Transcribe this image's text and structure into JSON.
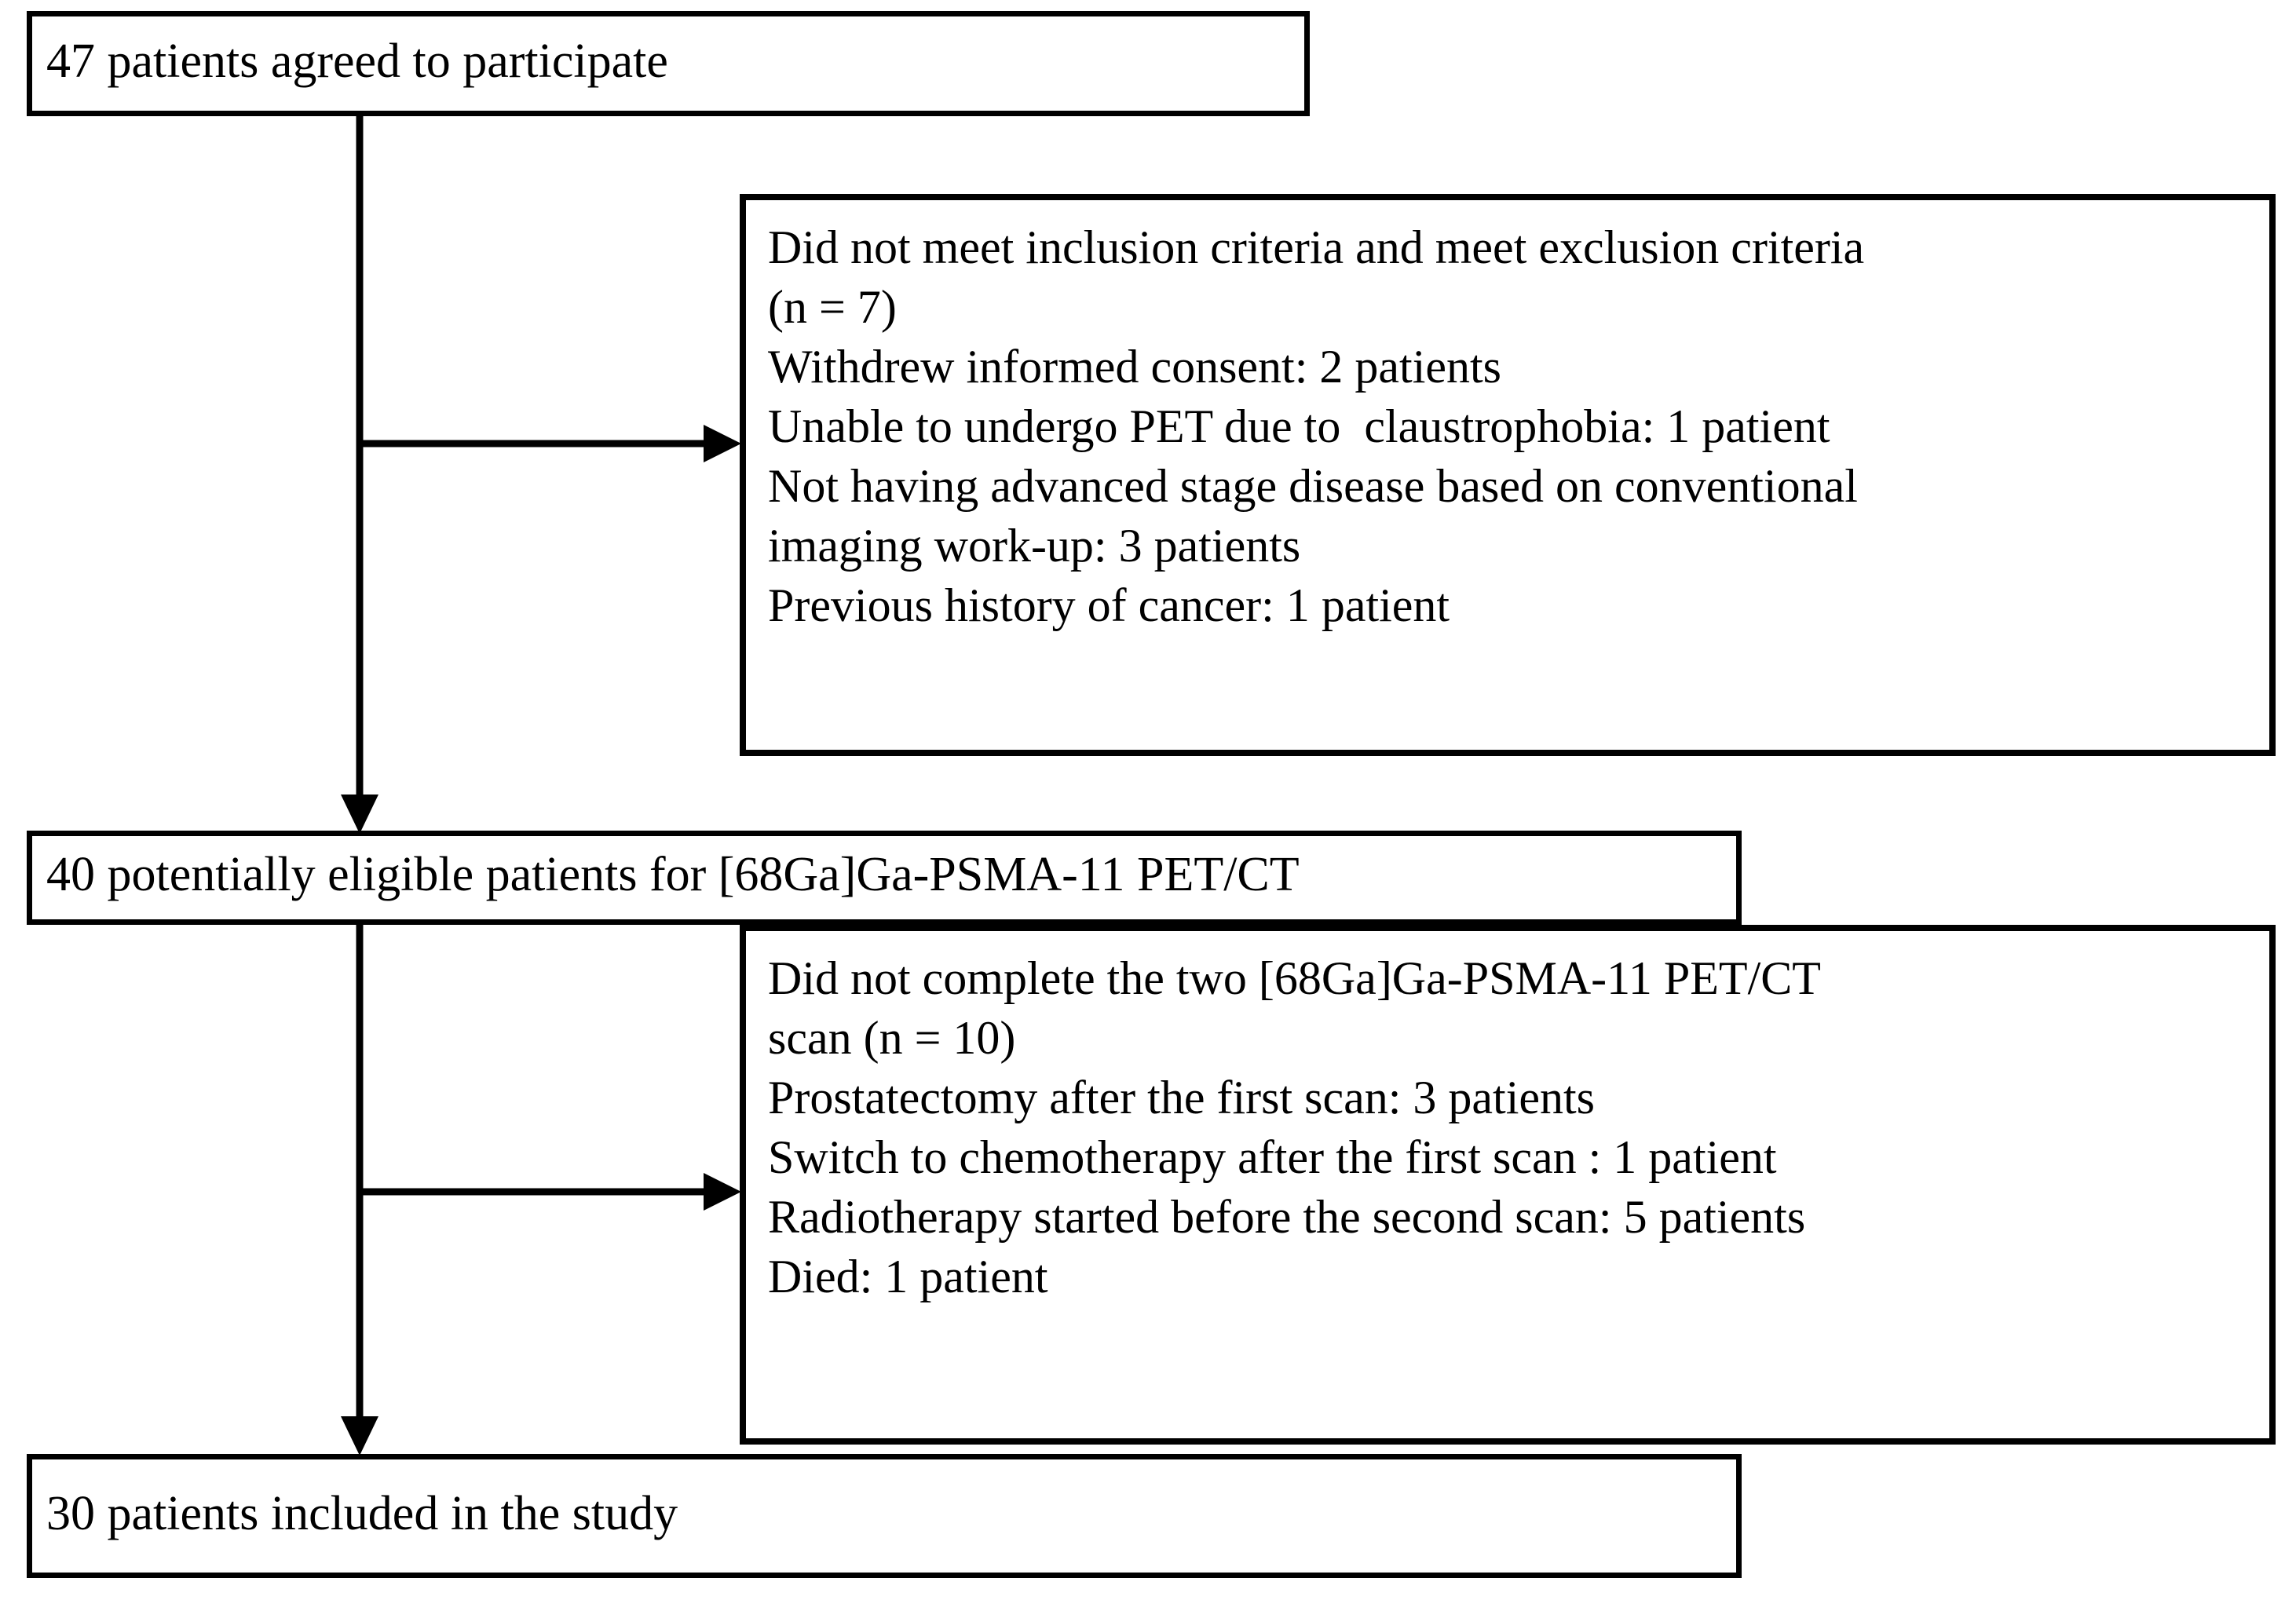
{
  "diagram": {
    "type": "patient-flow-chart",
    "title": "Patient enrollment flow diagram",
    "line_color": "#000000",
    "box_fill": "#ffffff",
    "box_border_color": "#000000"
  },
  "nodes": {
    "enrolled": {
      "id": "enrolled",
      "label": "47 patients agreed to participate",
      "count": 47
    },
    "exclusion_1": {
      "id": "exclusion-1",
      "header": "Did not meet inclusion criteria and meet exclusion criteria (n = 7)",
      "count": 7,
      "label": "Did not meet inclusion criteria and meet exclusion criteria\n(n = 7)\nWithdrew informed consent: 2 patients\nUnable to undergo PET due to  claustrophobia: 1 patient\nNot having advanced stage disease based on conventional\nimaging work-up: 3 patients\nPrevious history of cancer: 1 patient",
      "reasons": [
        {
          "reason": "Withdrew informed consent",
          "count": 2,
          "unit": "patients"
        },
        {
          "reason": "Unable to undergo PET due to  claustrophobia",
          "count": 1,
          "unit": "patient"
        },
        {
          "reason": "Not having advanced stage disease based on conventional imaging work-up",
          "count": 3,
          "unit": "patients"
        },
        {
          "reason": "Previous history of cancer",
          "count": 1,
          "unit": "patient"
        }
      ]
    },
    "eligible": {
      "id": "eligible",
      "label": "40 potentially eligible patients for [68Ga]Ga-PSMA-11 PET/CT",
      "count": 40
    },
    "exclusion_2": {
      "id": "exclusion-2",
      "header": "Did not complete the two [68Ga]Ga-PSMA-11 PET/CT scan (n = 10)",
      "count": 10,
      "label": "Did not complete the two [68Ga]Ga-PSMA-11 PET/CT\nscan (n = 10)\nProstatectomy after the first scan: 3 patients\nSwitch to chemotherapy after the first scan : 1 patient\nRadiotherapy started before the second scan: 5 patients\nDied: 1 patient",
      "reasons": [
        {
          "reason": "Prostatectomy after the first scan",
          "count": 3,
          "unit": "patients"
        },
        {
          "reason": "Switch to chemotherapy after the first scan ",
          "count": 1,
          "unit": "patient"
        },
        {
          "reason": "Radiotherapy started before the second scan",
          "count": 5,
          "unit": "patients"
        },
        {
          "reason": "Died",
          "count": 1,
          "unit": "patient"
        }
      ]
    },
    "included": {
      "id": "included",
      "label": "30 patients included in the study",
      "count": 30
    }
  },
  "edges": [
    {
      "from": "enrolled",
      "to": "exclusion-1",
      "direction": "right"
    },
    {
      "from": "enrolled",
      "to": "eligible",
      "direction": "down"
    },
    {
      "from": "eligible",
      "to": "exclusion-2",
      "direction": "right"
    },
    {
      "from": "eligible",
      "to": "included",
      "direction": "down"
    }
  ]
}
